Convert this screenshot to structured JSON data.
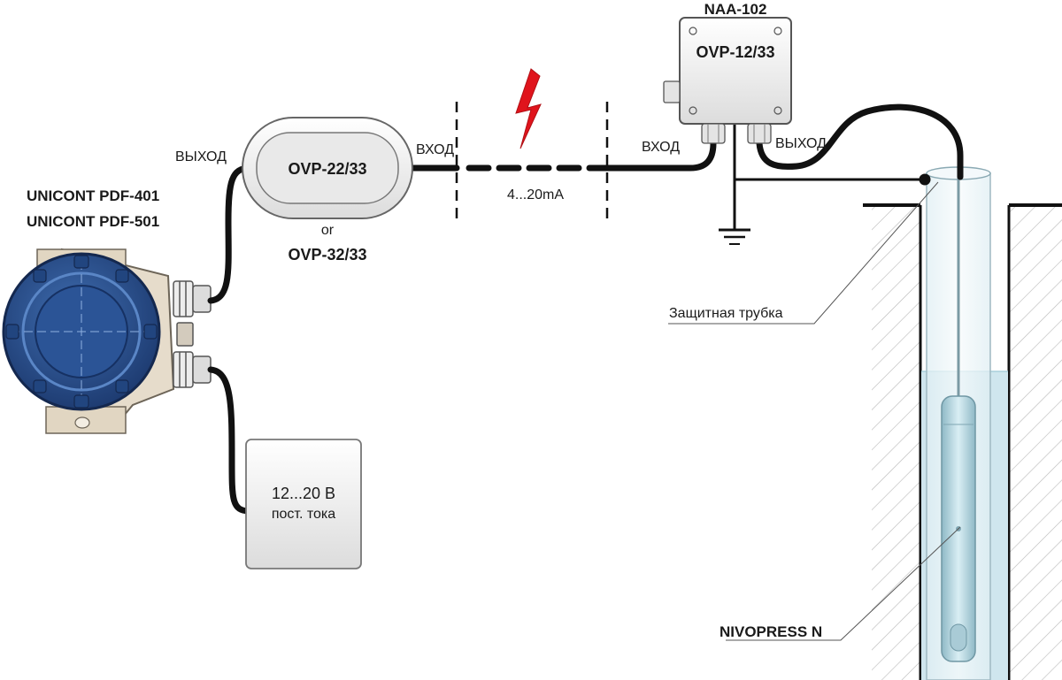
{
  "labels": {
    "unicont_401": "UNICONT PDF-401",
    "unicont_501": "UNICONT PDF-501",
    "vyhod_left": "ВЫХОД",
    "ovp_22": "OVP-22/33",
    "or": "or",
    "ovp_32": "OVP-32/33",
    "vhod_left": "ВХОД",
    "signal": "4...20mA",
    "naa": "NAA-102",
    "ovp_12": "OVP-12/33",
    "vhod_right": "ВХОД",
    "vyhod_right": "ВЫХОД",
    "power_line1": "12...20 В",
    "power_line2": "пост. тока",
    "tube": "Защитная трубка",
    "nivopress": "NIVOPRESS N"
  },
  "colors": {
    "cable": "#111111",
    "lightning": "#e0141c",
    "transmitter_body": "#2a4f8c",
    "housing": "#e6dccb",
    "water": "#cfe6ee",
    "box_fill": "#efefef"
  }
}
